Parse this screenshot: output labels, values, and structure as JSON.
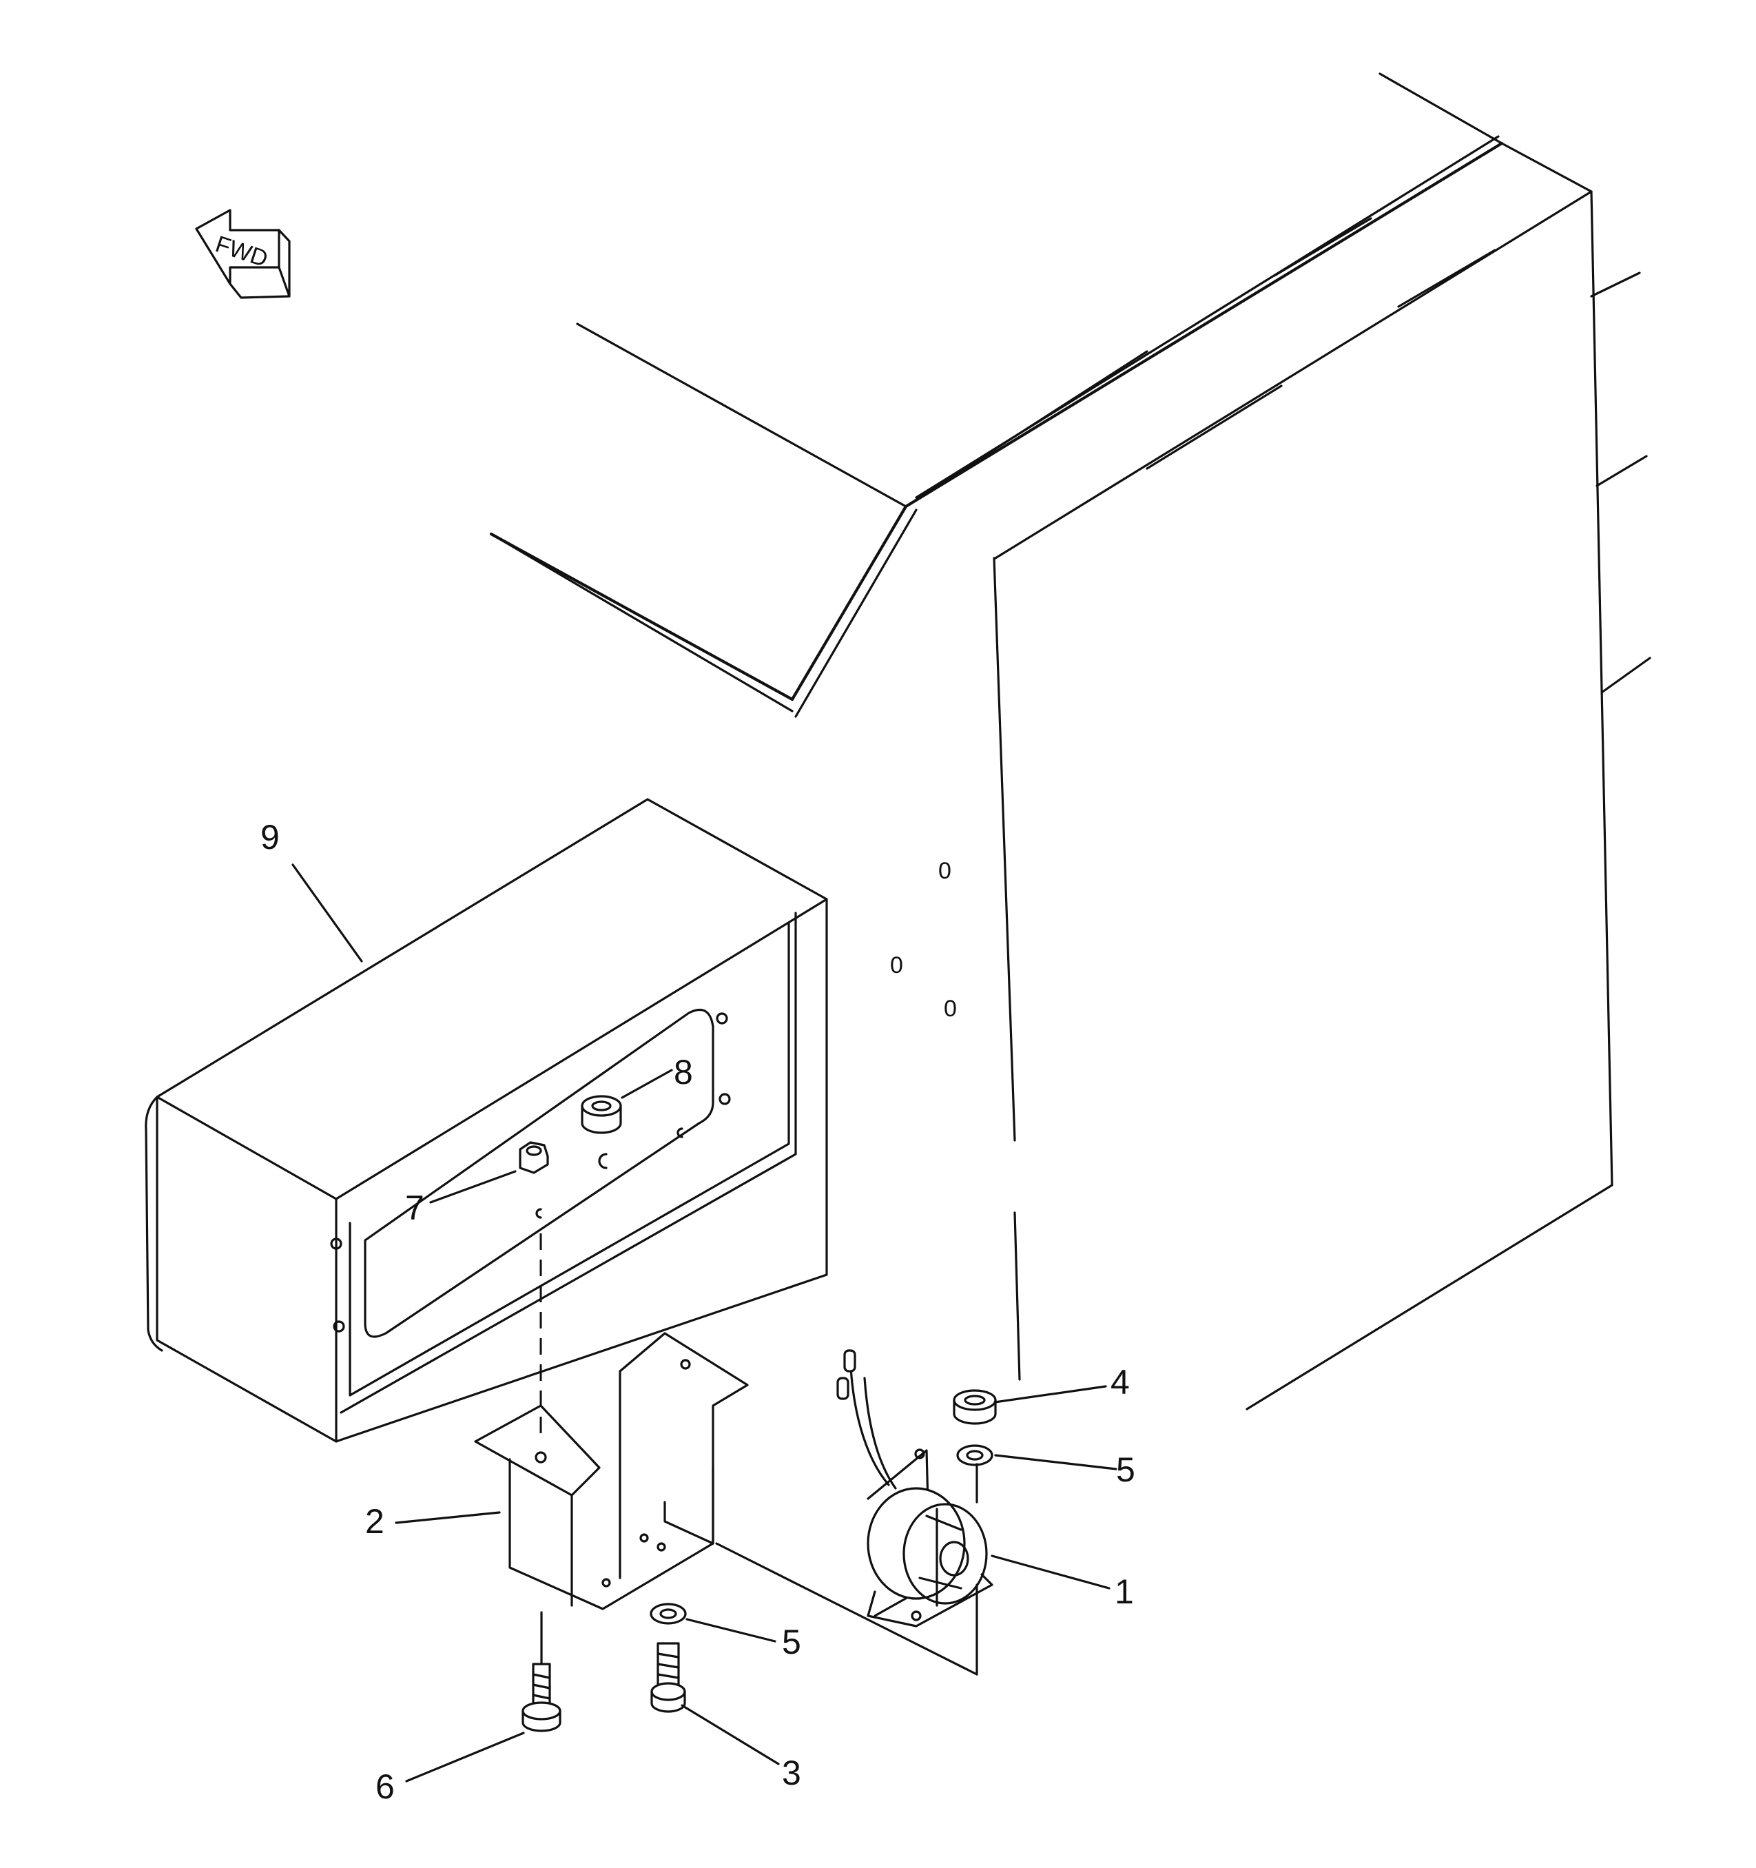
{
  "orientation_arrow": {
    "label": "FWD"
  },
  "callouts": [
    {
      "id": "1",
      "label": "1"
    },
    {
      "id": "2",
      "label": "2"
    },
    {
      "id": "3",
      "label": "3"
    },
    {
      "id": "4",
      "label": "4"
    },
    {
      "id": "5a",
      "label": "5"
    },
    {
      "id": "5b",
      "label": "5"
    },
    {
      "id": "6",
      "label": "6"
    },
    {
      "id": "7",
      "label": "7"
    },
    {
      "id": "8",
      "label": "8"
    },
    {
      "id": "9",
      "label": "9"
    }
  ],
  "colors": {
    "line": "#111111",
    "background": "#ffffff"
  }
}
